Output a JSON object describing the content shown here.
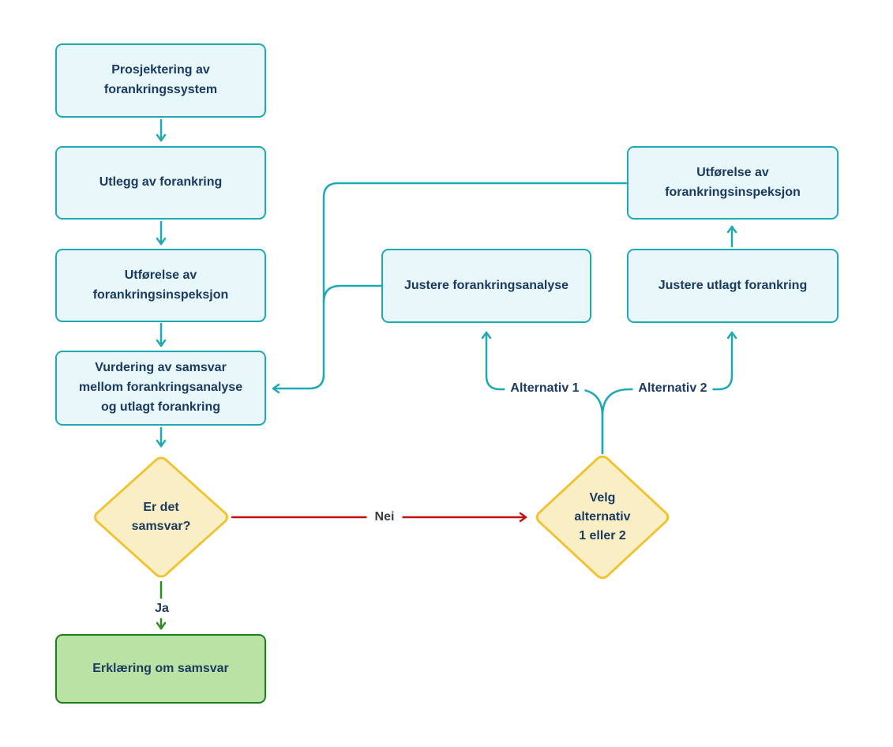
{
  "diagram": {
    "type": "flowchart",
    "language": "Norwegian",
    "nodes": {
      "prosjektering": {
        "label": "Prosjektering av\nforankringssystem",
        "shape": "rect",
        "fill": "#E7F7FA"
      },
      "utlegg": {
        "label": "Utlegg av forankring",
        "shape": "rect",
        "fill": "#E7F7FA"
      },
      "utforelse_left": {
        "label": "Utførelse av\nforankringsinspeksjon",
        "shape": "rect",
        "fill": "#E7F7FA"
      },
      "vurdering": {
        "label": "Vurdering av samsvar\nmellom forankringsanalyse\nog utlagt forankring",
        "shape": "rect",
        "fill": "#E7F7FA"
      },
      "er_det_samsvar": {
        "label": "Er det\nsamsvar?",
        "shape": "diamond",
        "fill": "#FAEFC4"
      },
      "erklaering": {
        "label": "Erklæring om samsvar",
        "shape": "rect",
        "fill": "#B9E2A4"
      },
      "justere_analyse": {
        "label": "Justere forankringsanalyse",
        "shape": "rect",
        "fill": "#E7F7FA"
      },
      "justere_forankring": {
        "label": "Justere utlagt forankring",
        "shape": "rect",
        "fill": "#E7F7FA"
      },
      "utforelse_right": {
        "label": "Utførelse av\nforankringsinspeksjon",
        "shape": "rect",
        "fill": "#E7F7FA"
      },
      "velg_alternativ": {
        "label": "Velg\nalternativ\n1 eller 2",
        "shape": "diamond",
        "fill": "#FAEFC4"
      }
    },
    "edge_labels": {
      "nei": "Nei",
      "ja": "Ja",
      "alt1": "Alternativ 1",
      "alt2": "Alternativ 2"
    },
    "colors": {
      "teal_edge": "#1FA9B5",
      "node_fill": "#E7F7FA",
      "text_navy": "#1C3A60",
      "gold_border": "#F2C22E",
      "gold_fill": "#FAEFC4",
      "green_border": "#1E7E1E",
      "green_fill": "#B9E2A4",
      "green_arrow": "#2E8B22",
      "red_arrow": "#C01212",
      "nei_text": "#3A3F45",
      "background": "#FFFFFF"
    }
  }
}
